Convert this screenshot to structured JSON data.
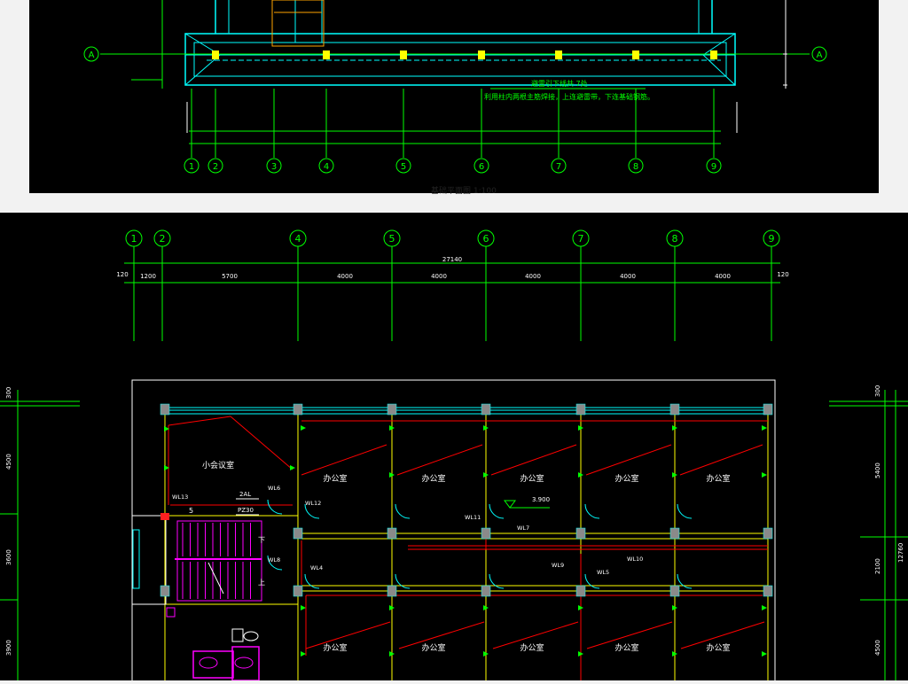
{
  "top_plan": {
    "axis_labels": [
      "1",
      "2",
      "3",
      "4",
      "5",
      "6",
      "7",
      "8",
      "9"
    ],
    "row_label": "A",
    "note_line1": "避雷引下线共  7处",
    "note_line2": "利用柱内两根主筋焊接，上连避雷带，下连基础钢筋。",
    "caption": "基础平面图    1:100"
  },
  "floor_plan": {
    "axis_labels": [
      "1",
      "2",
      "4",
      "5",
      "6",
      "7",
      "8",
      "9"
    ],
    "total_dim": "27140",
    "edge_dims": [
      "120",
      "120"
    ],
    "seg_dims": [
      "1200",
      "5700",
      "4000",
      "4000",
      "4000",
      "4000",
      "4000"
    ],
    "left_dims": [
      "300",
      "4500",
      "3600",
      "3900"
    ],
    "right_dims": [
      "300",
      "5400",
      "2100",
      "4500"
    ],
    "right_total": "12760",
    "meeting_room": "小会议室",
    "office_label": "办公室",
    "panel_2al": "2AL",
    "panel_pz30": "PZ30",
    "elevation": "3.900",
    "stair_down": "下",
    "stair_up": "上",
    "stair_5": "5",
    "wl": [
      "WL13",
      "WL6",
      "WL12",
      "WL11",
      "WL7",
      "WL8",
      "WL4",
      "WL9",
      "WL5",
      "WL10"
    ]
  },
  "colors": {
    "cad_bg": "#000000",
    "grid_green": "#00ff00",
    "wall_cyan": "#00ffff",
    "wiring_red": "#ff0000",
    "stair_magenta": "#ff00ff",
    "column_gray": "#8a8a8a",
    "column_yellow": "#ffff00"
  }
}
